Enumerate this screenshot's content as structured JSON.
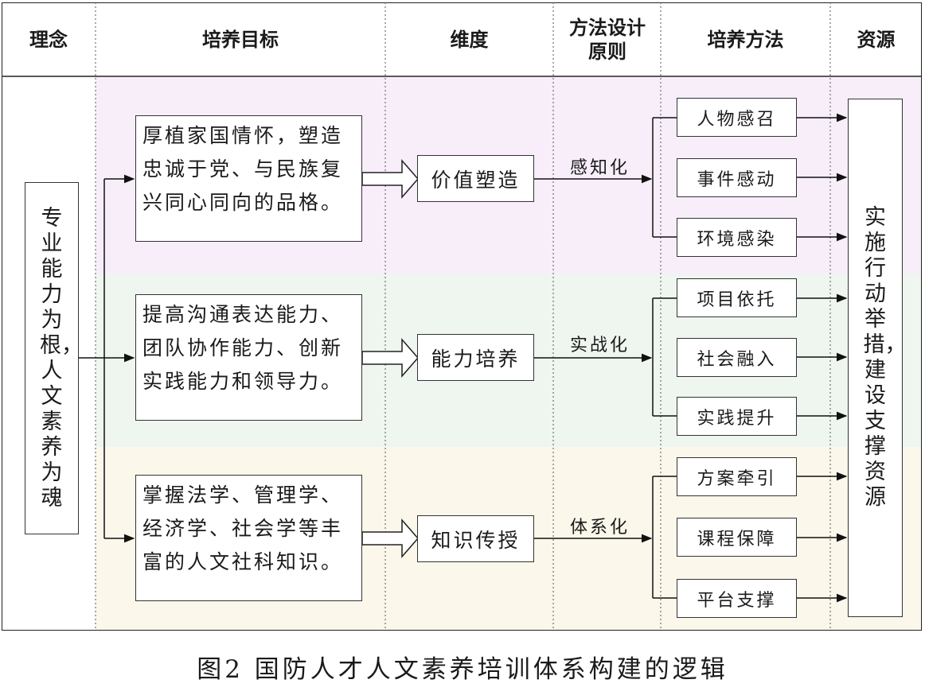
{
  "headers": {
    "concept": "理念",
    "goal": "培养目标",
    "dimension": "维度",
    "principle": "方法设计原则",
    "method": "培养方法",
    "resource": "资源"
  },
  "concept": "专业能力为根，人文素养为魂",
  "rows": [
    {
      "goal": "厚植家国情怀，塑造忠诚于党、与民族复兴同心同向的品格。",
      "dimension": "价值塑造",
      "principle": "感知化",
      "methods": [
        "人物感召",
        "事件感动",
        "环境感染"
      ],
      "band_color": "#f7eefa"
    },
    {
      "goal": "提高沟通表达能力、团队协作能力、创新实践能力和领导力。",
      "dimension": "能力培养",
      "principle": "实战化",
      "methods": [
        "项目依托",
        "社会融入",
        "实践提升"
      ],
      "band_color": "#eef6ef"
    },
    {
      "goal": "掌握法学、管理学、经济学、社会学等丰富的人文社科知识。",
      "dimension": "知识传授",
      "principle": "体系化",
      "methods": [
        "方案牵引",
        "课程保障",
        "平台支撑"
      ],
      "band_color": "#fbf7ea"
    }
  ],
  "resource": "实施行动举措，建设支撑资源",
  "caption": "图2  国防人才人文素养培训体系构建的逻辑"
}
